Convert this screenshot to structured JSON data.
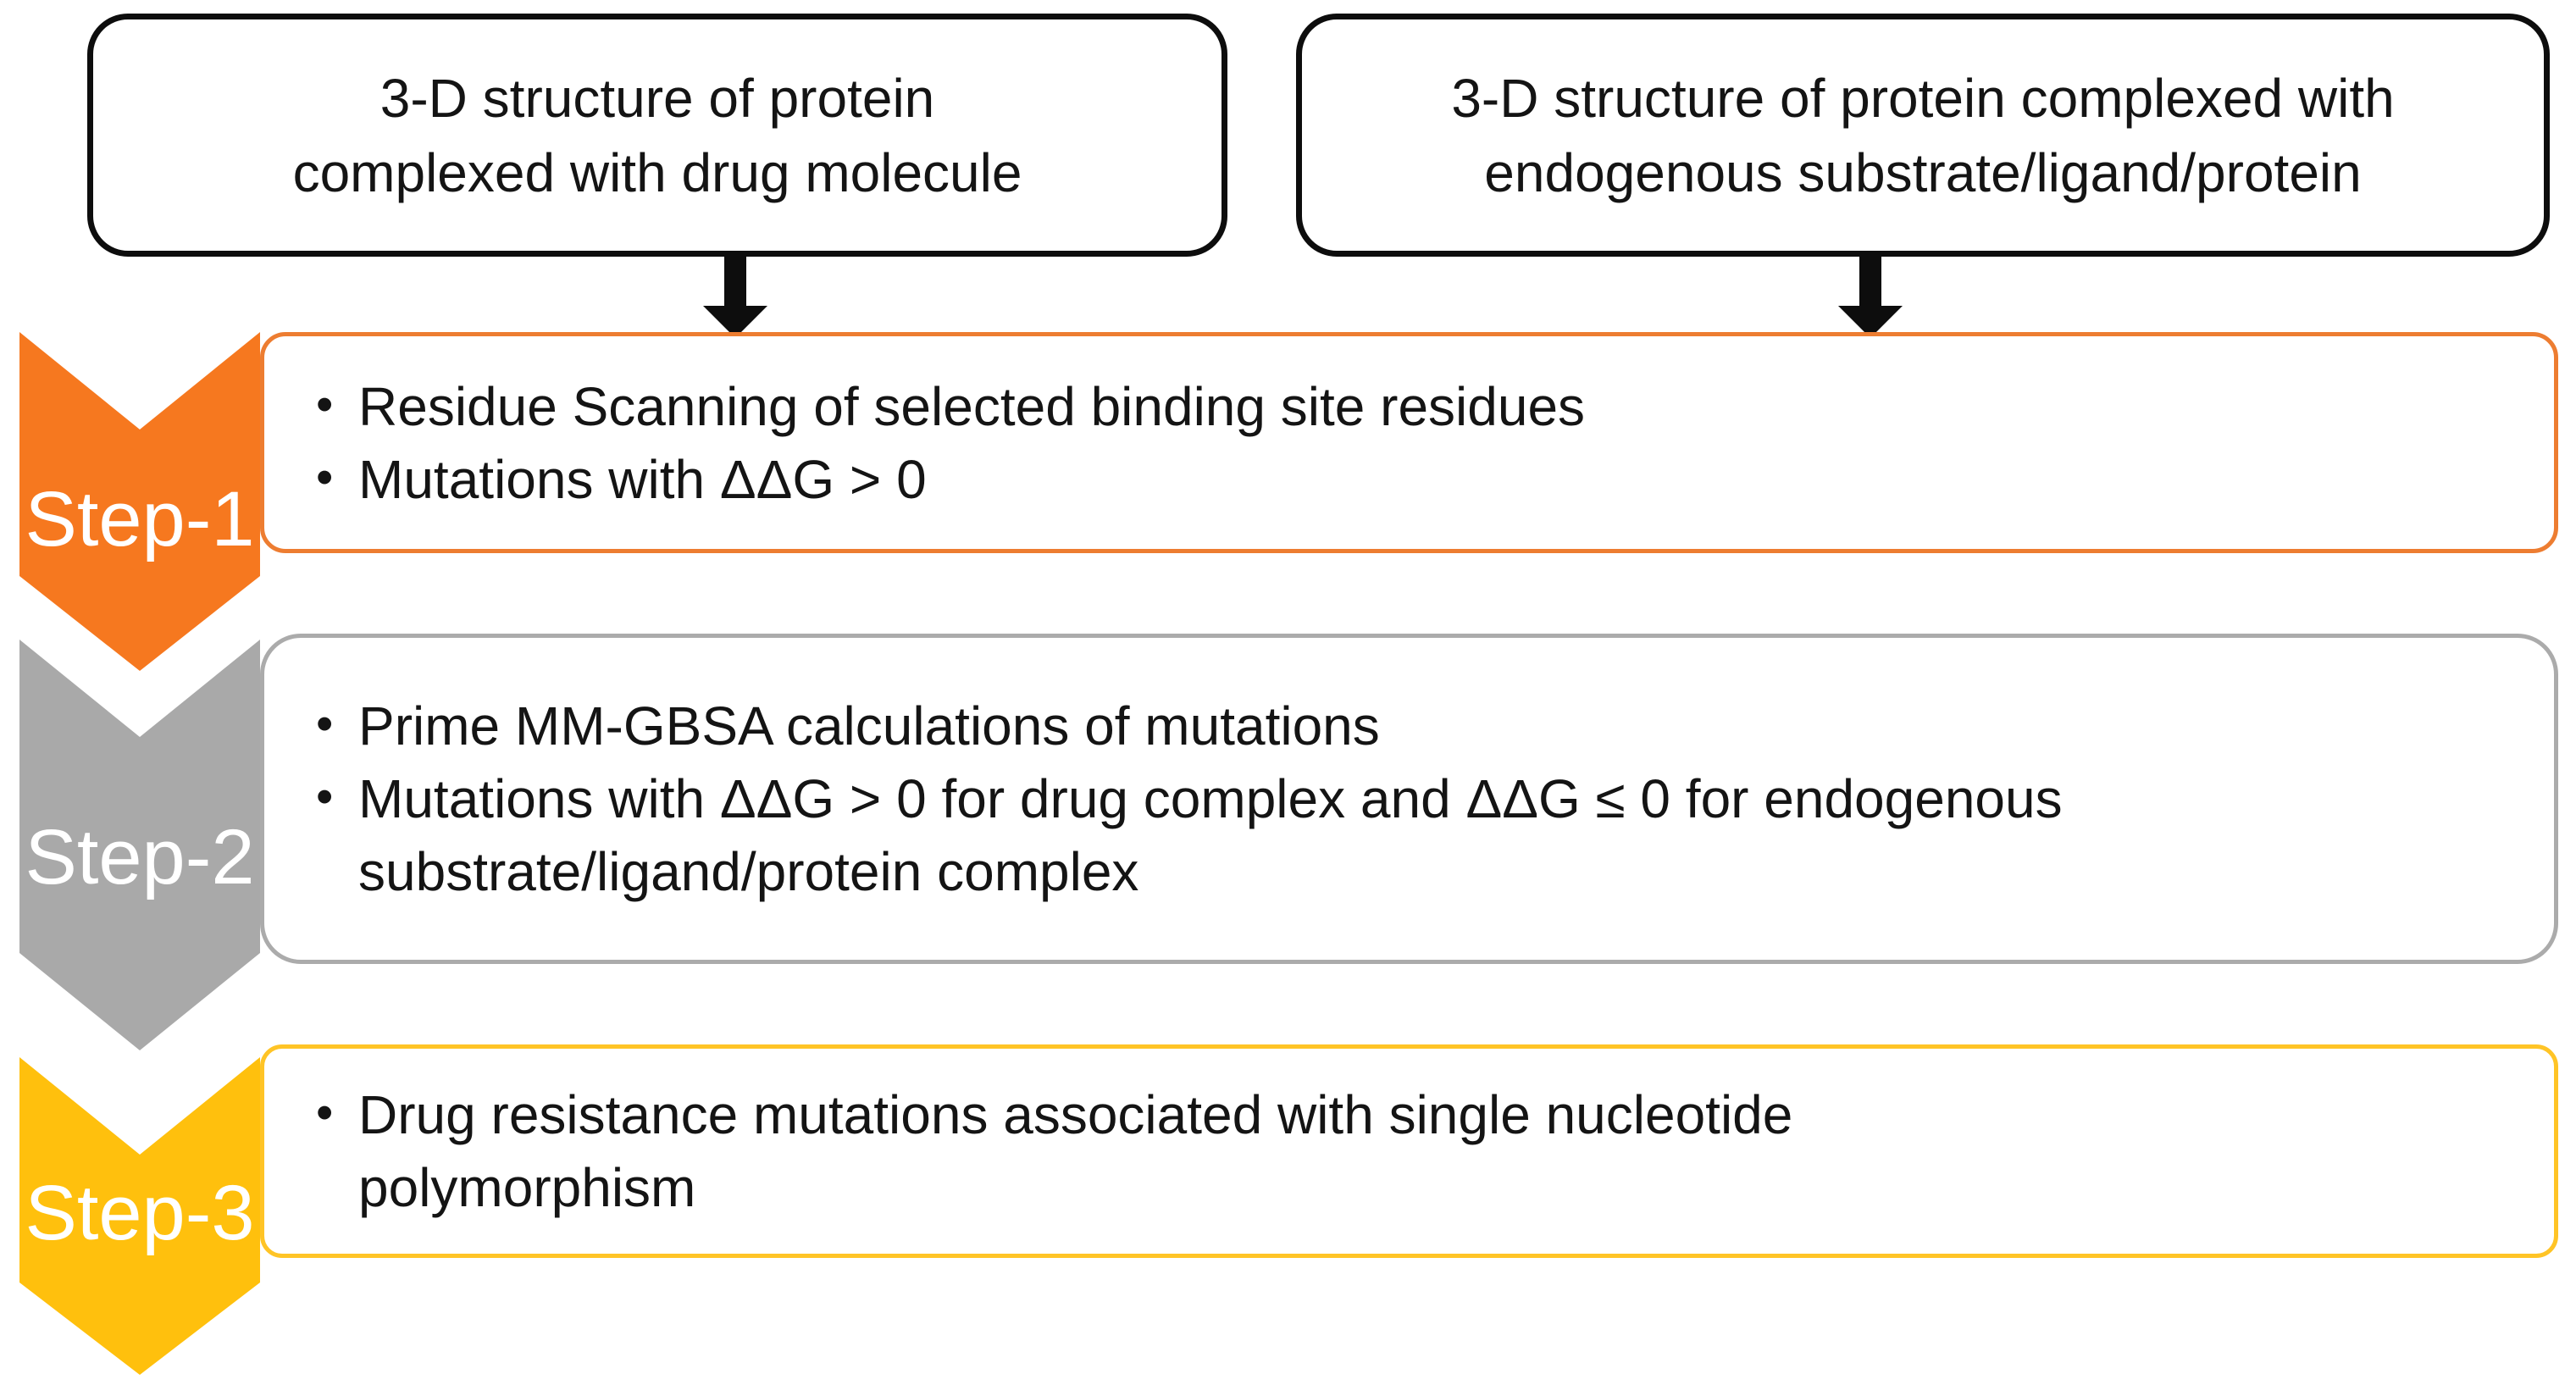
{
  "sources": [
    {
      "text": "3-D structure of protein complexed with drug molecule"
    },
    {
      "text": "3-D structure of protein complexed with endogenous substrate/ligand/protein"
    }
  ],
  "steps": [
    {
      "label": "Step-1",
      "fill": "#F6781F",
      "box_border": "#ED7D31",
      "bullets": [
        "Residue Scanning of selected binding site residues",
        "Mutations with ΔΔG > 0"
      ]
    },
    {
      "label": "Step-2",
      "fill": "#A9A9A9",
      "box_border": "#ABABAB",
      "bullets": [
        "Prime MM-GBSA calculations of mutations",
        "Mutations with ΔΔG > 0 for drug complex and ΔΔG ≤ 0 for endogenous substrate/ligand/protein complex"
      ]
    },
    {
      "label": "Step-3",
      "fill": "#FFC00D",
      "box_border": "#FFC426",
      "bullets": [
        "Drug resistance mutations associated with single nucleotide polymorphism"
      ]
    }
  ],
  "arrow_color": "#0d0d0d"
}
